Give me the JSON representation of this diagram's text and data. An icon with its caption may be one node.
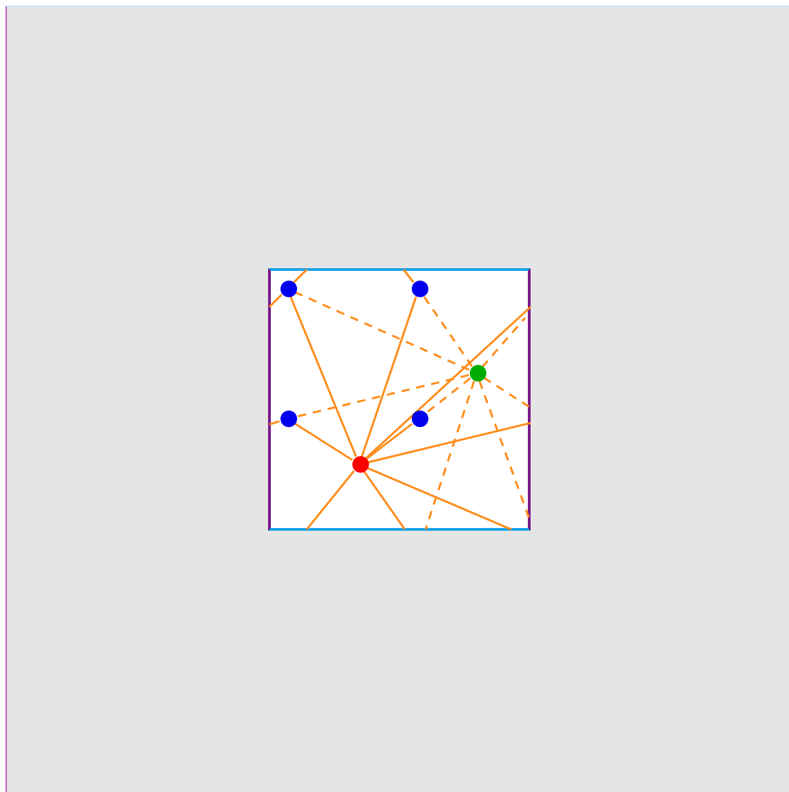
{
  "diagram": {
    "nodes": [
      {
        "text": [],
        "shape": "box"
      },
      {
        "text": [],
        "shape": "circle",
        "in": 0
      },
      {
        "text": [],
        "shape": "circle",
        "in": 0
      },
      {
        "text": [],
        "shape": "circle",
        "in": 0
      },
      {
        "text": [],
        "shape": "circle",
        "in": 0
      },
      {
        "text": [],
        "shape": "circle",
        "in": 0
      },
      {
        "text": [],
        "shape": "circle",
        "in": 0
      }
    ],
    "edges": [
      {
        "from": 6,
        "to": 1,
        "arrow": "none"
      },
      {
        "from": 6,
        "to": 2,
        "arrow": "none"
      },
      {
        "from": 6,
        "to": 4,
        "arrow": "none"
      },
      {
        "from": 6,
        "to": 5,
        "arrow": "none"
      },
      {
        "from": 6,
        "to": null,
        "arrow": "none"
      },
      {
        "from": 6,
        "to": null,
        "arrow": "none"
      },
      {
        "from": 6,
        "to": null,
        "arrow": "none"
      },
      {
        "from": 6,
        "to": null,
        "arrow": "none"
      },
      {
        "from": 6,
        "to": null,
        "arrow": "none"
      },
      {
        "from": 3,
        "to": 1,
        "arrow": "none",
        "style": "dashed"
      },
      {
        "from": 3,
        "to": 2,
        "arrow": "none",
        "style": "dashed"
      },
      {
        "from": 3,
        "to": 4,
        "arrow": "none",
        "style": "dashed"
      },
      {
        "from": 3,
        "to": 5,
        "arrow": "none",
        "style": "dashed"
      },
      {
        "from": 3,
        "to": null,
        "arrow": "none",
        "style": "dashed"
      },
      {
        "from": 3,
        "to": null,
        "arrow": "none",
        "style": "dashed"
      },
      {
        "from": 3,
        "to": null,
        "arrow": "none",
        "style": "dashed"
      },
      {
        "from": 3,
        "to": null,
        "arrow": "none",
        "style": "dashed"
      },
      {
        "from": 1,
        "to": null,
        "arrow": "none"
      },
      {
        "from": 1,
        "to": null,
        "arrow": "none"
      },
      {
        "from": 2,
        "to": null,
        "arrow": "none"
      },
      {
        "from": 4,
        "to": null,
        "arrow": "none"
      }
    ]
  }
}
